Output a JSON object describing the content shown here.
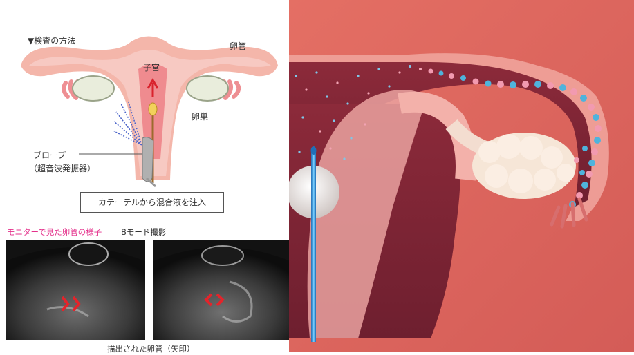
{
  "diagram": {
    "heading": "▼検査の方法",
    "labels": {
      "tube": "卵管",
      "uterus": "子宮",
      "ovary": "卵巣",
      "probe_line1": "プローブ",
      "probe_line2": "（超音波発振器）"
    },
    "instruction_box": "カテーテルから混合液を注入"
  },
  "ultrasound": {
    "monitor_label": "モニターで見た卵管の様子",
    "mode_label": "Bモード撮影",
    "caption": "描出された卵管（矢印）"
  },
  "colors": {
    "accent_pink": "#e4308b",
    "uterus_tissue": "#f08f8a",
    "contrast_blue": "#4fb3dc",
    "catheter_blue": "#2a8fd6"
  }
}
